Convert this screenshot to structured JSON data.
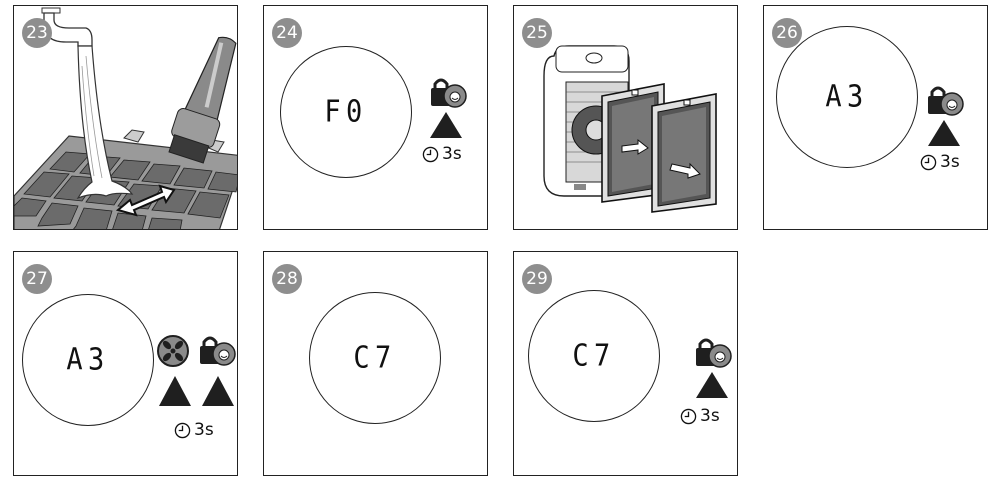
{
  "steps": [
    {
      "number": "23"
    },
    {
      "number": "24",
      "display_code": "F0",
      "hold_time": "3s"
    },
    {
      "number": "25"
    },
    {
      "number": "26",
      "display_code": "A3",
      "hold_time": "3s"
    },
    {
      "number": "27",
      "display_code": "A3",
      "hold_time": "3s"
    },
    {
      "number": "28",
      "display_code": "C7"
    },
    {
      "number": "29",
      "display_code": "C7",
      "hold_time": "3s"
    }
  ],
  "icons": {
    "lock_child": "child-lock-icon",
    "fan": "fan-icon",
    "clock": "clock-icon",
    "arrow": "press-arrow-icon"
  },
  "colors": {
    "badge": "#8e8e8e",
    "line": "#222222",
    "icon_fill": "#1f1f1f"
  }
}
